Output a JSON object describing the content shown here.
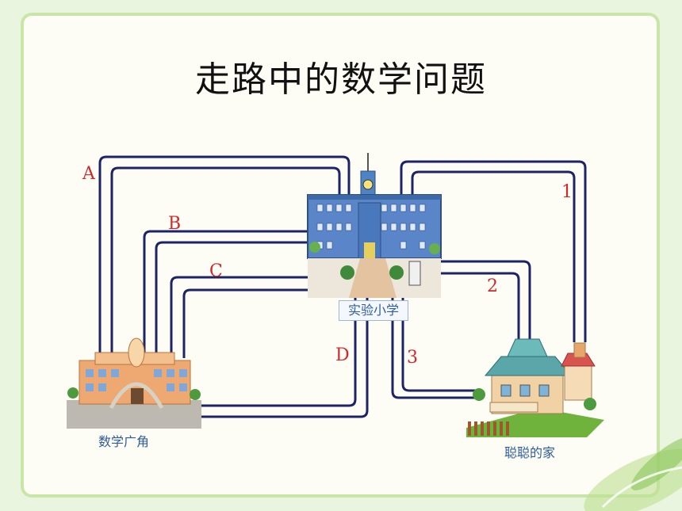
{
  "title": "走路中的数学问题",
  "places": {
    "school": "实验小学",
    "plaza": "数学广角",
    "home": "聪聪的家"
  },
  "routes_school_plaza": [
    "A",
    "B",
    "C",
    "D"
  ],
  "routes_school_home": [
    "1",
    "2",
    "3"
  ],
  "colors": {
    "path": "#1d2466",
    "label": "#d0292b",
    "place_text": "#2f5d9c",
    "frame": "#c9e6a9"
  }
}
